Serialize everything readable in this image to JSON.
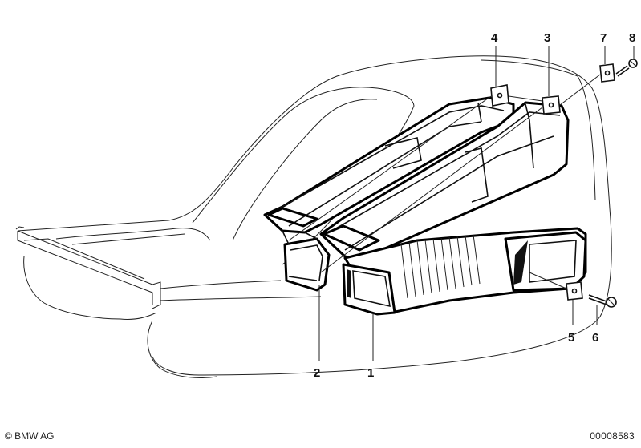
{
  "callouts": [
    {
      "id": "1",
      "text": "1"
    },
    {
      "id": "2",
      "text": "2"
    },
    {
      "id": "3",
      "text": "3"
    },
    {
      "id": "4",
      "text": "4"
    },
    {
      "id": "5",
      "text": "5"
    },
    {
      "id": "6",
      "text": "6"
    },
    {
      "id": "7",
      "text": "7"
    },
    {
      "id": "8",
      "text": "8"
    }
  ],
  "footer": {
    "copyright": "© BMW AG",
    "document_number": "00008583"
  }
}
